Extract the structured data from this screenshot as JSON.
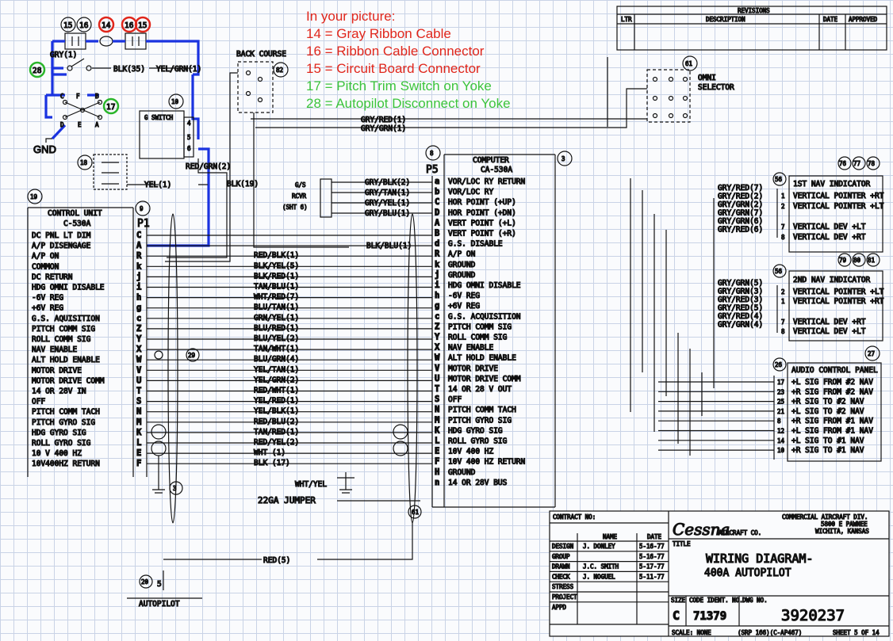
{
  "annotations": [
    {
      "text": "In your picture:",
      "color": "#e0261b"
    },
    {
      "text": "14 = Gray Ribbon Cable",
      "color": "#e0261b"
    },
    {
      "text": "16 = Ribbon Cable Connector",
      "color": "#e0261b"
    },
    {
      "text": "15 = Circuit Board Connector",
      "color": "#e0261b"
    },
    {
      "text": "17 = Pitch Trim Switch on Yoke",
      "color": "#3cc43c"
    },
    {
      "text": "28 = Autopilot Disconnect on Yoke",
      "color": "#3cc43c"
    }
  ],
  "colors": {
    "highlight_wire": "#1a33e0",
    "red_circle": "#e0261b",
    "green_circle": "#2ab52a",
    "ink": "#111111"
  },
  "top_left": {
    "callouts": [
      "15",
      "16",
      "14",
      "16",
      "15",
      "28",
      "17",
      "10",
      "18",
      "19",
      "9",
      "20",
      "29",
      "3",
      "82",
      "61",
      "11",
      "3",
      "8",
      "9",
      "56",
      "76",
      "77",
      "78",
      "56",
      "79",
      "80",
      "81",
      "27",
      "26"
    ],
    "switch_pins": [
      "C",
      "F",
      "B",
      "D",
      "E",
      "A"
    ],
    "gnd": "GND",
    "g_switch": "G SWITCH",
    "g_switch_pins": [
      "4",
      "5",
      "6"
    ],
    "gry_wire": "GRY(1)",
    "blk_wire": "BLK(35)",
    "yel_grn_wire": "YEL/GRN(1)",
    "red_grn_wire": "RED/GRN(2)",
    "blk19": "BLK(19)",
    "yel1": "YEL(1)",
    "back_course": "BACK COURSE"
  },
  "control_unit": {
    "title": "CONTROL UNIT",
    "model": "C-530A",
    "plug": "P1",
    "rows": [
      {
        "label": "DC PNL LT DIM",
        "pin": "C"
      },
      {
        "label": "A/P DISENGAGE",
        "pin": "A"
      },
      {
        "label": "A/P ON",
        "pin": "R"
      },
      {
        "label": "COMMON",
        "pin": "k"
      },
      {
        "label": "DC RETURN",
        "pin": "j"
      },
      {
        "label": "HDG OMNI DISABLE",
        "pin": "i"
      },
      {
        "label": "-6V REG",
        "pin": "h"
      },
      {
        "label": "+6V REG",
        "pin": "g"
      },
      {
        "label": "G.S. AQUISITION",
        "pin": "c"
      },
      {
        "label": "PITCH COMM SIG",
        "pin": "Z"
      },
      {
        "label": "ROLL COMM SIG",
        "pin": "Y"
      },
      {
        "label": "NAV ENABLE",
        "pin": "X"
      },
      {
        "label": "ALT HOLD ENABLE",
        "pin": "W"
      },
      {
        "label": "MOTOR DRIVE",
        "pin": "V"
      },
      {
        "label": "MOTOR DRIVE COMM",
        "pin": "U"
      },
      {
        "label": "14 OR 28V IN",
        "pin": "T"
      },
      {
        "label": "OFF",
        "pin": "S"
      },
      {
        "label": "PITCH COMM TACH",
        "pin": "N"
      },
      {
        "label": "PITCH GYRO SIG",
        "pin": "M"
      },
      {
        "label": "HDG GYRO SIG",
        "pin": "K"
      },
      {
        "label": "ROLL GYRO SIG",
        "pin": "L"
      },
      {
        "label": "10 V 400 HZ",
        "pin": "E"
      },
      {
        "label": "10V400HZ RETURN",
        "pin": "F"
      }
    ]
  },
  "middle_wires": [
    "RED/BLK(1)",
    "BLK/YEL(5)",
    "BLK/RED(1)",
    "TAN/BLU(1)",
    "WHT/RED(7)",
    "BLU/TAN(1)",
    "GRN/YEL(1)",
    "BLU/RED(1)",
    "BLU/YEL(2)",
    "TAN/WHT(1)",
    "BLU/GRN(4)",
    "YEL/TAN(1)",
    "YEL/GRN(2)",
    "RED/WHT(1)",
    "YEL/RED(1)",
    "YEL/BLK(1)",
    "RED/BLU(2)",
    "TAN/RED(1)",
    "RED/YEL(2)",
    "WHT (1)",
    "BLK (17)"
  ],
  "computer": {
    "title": "COMPUTER",
    "model": "CA-530A",
    "plug": "P5",
    "rows": [
      {
        "pin": "a",
        "label": "VOR/LOC RY RETURN"
      },
      {
        "pin": "b",
        "label": "VOR/LOC RY"
      },
      {
        "pin": "C",
        "label": "HOR POINT (+UP)"
      },
      {
        "pin": "D",
        "label": "HOR POINT (+DN)"
      },
      {
        "pin": "A",
        "label": "VERT POINT (+L)"
      },
      {
        "pin": "B",
        "label": "VERT POINT (+R)"
      },
      {
        "pin": "d",
        "label": "G.S. DISABLE"
      },
      {
        "pin": "R",
        "label": "A/P ON"
      },
      {
        "pin": "k",
        "label": "GROUND"
      },
      {
        "pin": "j",
        "label": "GROUND"
      },
      {
        "pin": "i",
        "label": "HDG OMNI DISABLE"
      },
      {
        "pin": "h",
        "label": "-6V REG"
      },
      {
        "pin": "g",
        "label": "+6V REG"
      },
      {
        "pin": "c",
        "label": "G.S. ACQUISITION"
      },
      {
        "pin": "Z",
        "label": "PITCH COMM SIG"
      },
      {
        "pin": "Y",
        "label": "ROLL COMM SIG"
      },
      {
        "pin": "X",
        "label": "NAV ENABLE"
      },
      {
        "pin": "W",
        "label": "ALT HOLD ENABLE"
      },
      {
        "pin": "V",
        "label": "MOTOR DRIVE"
      },
      {
        "pin": "U",
        "label": "MOTOR DRIVE COMM"
      },
      {
        "pin": "T",
        "label": "14 OR 28 V OUT"
      },
      {
        "pin": "S",
        "label": "OFF"
      },
      {
        "pin": "N",
        "label": "PITCH COMM TACH"
      },
      {
        "pin": "M",
        "label": "PITCH GYRO SIG"
      },
      {
        "pin": "K",
        "label": "HDG GYRO SIG"
      },
      {
        "pin": "L",
        "label": "ROLL GYRO SIG"
      },
      {
        "pin": "E",
        "label": "10V 400 HZ"
      },
      {
        "pin": "F",
        "label": "10V 400 HZ RETURN"
      },
      {
        "pin": "H",
        "label": "GROUND"
      },
      {
        "pin": "n",
        "label": "14 OR 28V BUS"
      }
    ]
  },
  "gs_rcvr": {
    "lines": [
      "G/S",
      "RCVR",
      "(SHT 6)"
    ],
    "wires": [
      "GRY/BLK(2)",
      "GRY/TAN(1)",
      "GRY/YEL(1)",
      "GRY/BLU(1)"
    ],
    "blk_blu": "BLK/BLU(1)"
  },
  "omni": {
    "label1": "OMNI",
    "label2": "SELECTOR",
    "wires": [
      "GRY/RED(1)",
      "GRY/GRN(1)"
    ]
  },
  "nav1": {
    "title": "1ST NAV INDICATOR",
    "rows": [
      {
        "pin": "1",
        "label": "VERTICAL POINTER +RT"
      },
      {
        "pin": "2",
        "label": "VERTICAL POINTER +LT"
      },
      {
        "pin": "7",
        "label": "VERTICAL DEV +LT"
      },
      {
        "pin": "8",
        "label": "VERTICAL DEV +RT"
      }
    ],
    "wires": [
      "GRY/RED(7)",
      "GRY/RED(2)",
      "GRY/GRN(2)",
      "GRY/GRN(7)",
      "GRY/GRN(6)",
      "GRY/RED(6)"
    ]
  },
  "nav2": {
    "title": "2ND NAV INDICATOR",
    "rows": [
      {
        "pin": "2",
        "label": "VERTICAL POINTER +LT"
      },
      {
        "pin": "1",
        "label": "VERTICAL POINTER +RT"
      },
      {
        "pin": "7",
        "label": "VERTICAL DEV +RT"
      },
      {
        "pin": "8",
        "label": "VERTICAL DEV +LT"
      }
    ],
    "wires": [
      "GRY/GRN(5)",
      "GRY/GRN(3)",
      "GRY/RED(3)",
      "GRY/RED(5)",
      "GRY/RED(4)",
      "GRY/GRN(4)"
    ]
  },
  "audio": {
    "title": "AUDIO CONTROL PANEL",
    "rows": [
      {
        "pin": "17",
        "label": "+L SIG FROM #2 NAV"
      },
      {
        "pin": "23",
        "label": "+R SIG FROM #2 NAV"
      },
      {
        "pin": "25",
        "label": "+R SIG TO #2 NAV"
      },
      {
        "pin": "21",
        "label": "+L SIG TO #2 NAV"
      },
      {
        "pin": "8",
        "label": "+R SIG FROM #1 NAV"
      },
      {
        "pin": "12",
        "label": "+L SIG FROM #1 NAV"
      },
      {
        "pin": "14",
        "label": "+L SIG TO #1 NAV"
      },
      {
        "pin": "10",
        "label": "+R SIG TO #1 NAV"
      }
    ]
  },
  "bottom": {
    "wht_yel": "WHT/YEL",
    "jumper": "22GA JUMPER",
    "red5": "RED(5)",
    "autopilot": "AUTOPILOT",
    "pin5": "5"
  },
  "revisions": {
    "title": "REVISIONS",
    "cols": [
      "LTR",
      "DESCRIPTION",
      "DATE",
      "APPROVED"
    ]
  },
  "title_block": {
    "contract": "CONTRACT NO:",
    "name_hdr": "NAME",
    "date_hdr": "DATE",
    "roles": [
      {
        "role": "DESIGN",
        "name": "J. DONLEY",
        "date": "5-16-77"
      },
      {
        "role": "GROUP",
        "name": "",
        "date": "5-16-77"
      },
      {
        "role": "DRAWN",
        "name": "J.C. SMITH",
        "date": "5-17-77"
      },
      {
        "role": "CHECK",
        "name": "J. NOGUEL",
        "date": "5-11-77"
      },
      {
        "role": "STRESS",
        "name": "",
        "date": ""
      },
      {
        "role": "PROJECT",
        "name": "",
        "date": ""
      },
      {
        "role": "APPD",
        "name": "",
        "date": ""
      }
    ],
    "company_logo": "Cessna",
    "company_suffix": "AIRCRAFT CO.",
    "division": "COMMERCIAL AIRCRAFT DIV.",
    "address": "5800 E PAWNEE",
    "city": "WICHITA, KANSAS",
    "title_label": "TITLE",
    "title1": "WIRING DIAGRAM-",
    "title2": "400A AUTOPILOT",
    "size_label": "SIZE",
    "size": "C",
    "code_label": "CODE IDENT. NO.",
    "code": "71379",
    "dwg_label": "DWG NO.",
    "dwg": "3920237",
    "scale": "SCALE: NONE",
    "ref": "(SRP 166)(C-AP467)",
    "sheet": "SHEET 5 OF 14"
  }
}
